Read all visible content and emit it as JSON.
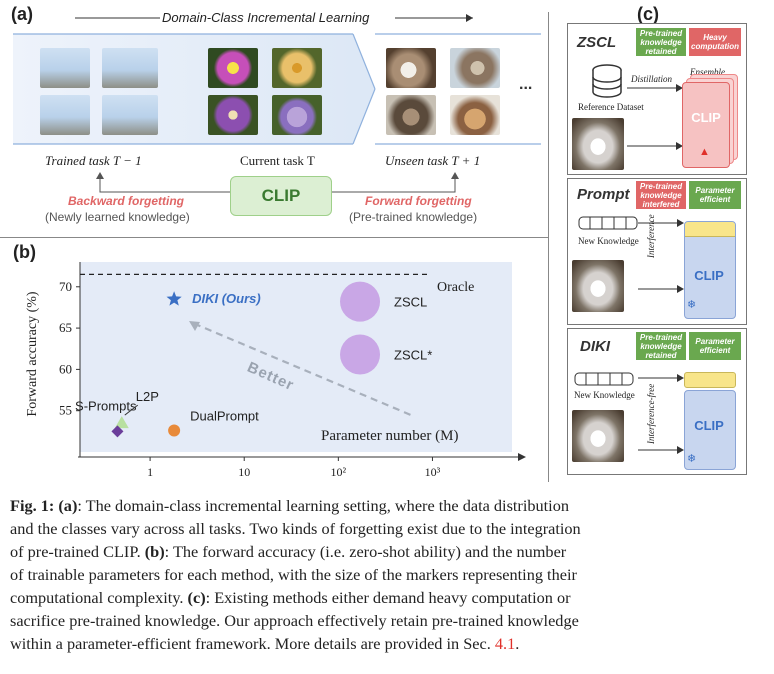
{
  "panel_a": {
    "label": "(a)",
    "title": "Domain-Class Incremental Learning",
    "ellipsis": "...",
    "tasks": {
      "trained": "Trained task T − 1",
      "current": "Current task T",
      "unseen": "Unseen task T + 1"
    },
    "clip_label": "CLIP",
    "backward": {
      "title": "Backward forgetting",
      "note": "(Newly learned knowledge)"
    },
    "forward": {
      "title": "Forward forgetting",
      "note": "(Pre-trained knowledge)"
    }
  },
  "panel_b": {
    "label": "(b)",
    "oracle_label": "Oracle",
    "better_label": "Better",
    "xaxis_label": "Parameter number (M)"
  },
  "panel_c": {
    "label": "(c)",
    "zscl": {
      "title": "ZSCL",
      "badge_green": "Pre-trained knowledge retained",
      "badge_red": "Heavy computation",
      "distill": "Distillation",
      "ensemble": "Ensemble",
      "dataset": "Reference Dataset",
      "clip": "CLIP",
      "fire_icon": "fire-icon"
    },
    "prompt": {
      "title": "Prompt",
      "badge_red": "Pre-trained knowledge interfered",
      "badge_green": "Parameter efficient",
      "new_knowledge": "New Knowledge",
      "interference": "Interference",
      "clip": "CLIP",
      "snow_icon": "snowflake-icon"
    },
    "diki": {
      "title": "DIKI",
      "badge_green1": "Pre-trained knowledge retained",
      "badge_green2": "Parameter efficient",
      "new_knowledge": "New Knowledge",
      "interference": "Interference-free",
      "clip": "CLIP",
      "snow_icon": "snowflake-icon"
    }
  },
  "caption": {
    "fig": "Fig. 1:",
    "a": "(a)",
    "b": "(b)",
    "c": "(c)",
    "line1": ": The domain-class incremental learning setting, where the data distribution",
    "line2": "and the classes vary across all tasks. Two kinds of forgetting exist due to the integration",
    "line3a": "of pre-trained CLIP. ",
    "line3b": ": The forward accuracy (i.e. zero-shot ability) and the number",
    "line4": "of trainable parameters for each method, with the size of the markers representing their",
    "line5a": "computational complexity. ",
    "line5b": ": Existing methods either demand heavy computation or",
    "line6": "sacrifice pre-trained knowledge. Our approach effectively retain pre-trained knowledge",
    "line7a": "within a parameter-efficient framework. More details are provided in Sec. ",
    "line7ref": "4.1",
    "line7b": "."
  },
  "chart_data": {
    "type": "scatter",
    "xlabel": "",
    "ylabel": "Forward accuracy (%)",
    "xscale": "log",
    "x_ticks": [
      "1",
      "10",
      "10²",
      "10³"
    ],
    "y_ticks": [
      55,
      60,
      65,
      70
    ],
    "ylim": [
      50,
      73
    ],
    "oracle_y": 71.5,
    "series": [
      {
        "name": "DIKI (Ours)",
        "x": 1.8,
        "y": 68.5,
        "marker": "star",
        "color": "#3a6fc4"
      },
      {
        "name": "ZSCL",
        "x": 170,
        "y": 68.2,
        "marker": "circle-large",
        "color": "#c9a7e6"
      },
      {
        "name": "ZSCL*",
        "x": 170,
        "y": 61.8,
        "marker": "circle-large",
        "color": "#c9a7e6"
      },
      {
        "name": "L2P",
        "x": 0.5,
        "y": 53.5,
        "marker": "triangle",
        "color": "#b8e0a0"
      },
      {
        "name": "S-Prompts",
        "x": 0.45,
        "y": 52.5,
        "marker": "diamond",
        "color": "#6a3d9a"
      },
      {
        "name": "DualPrompt",
        "x": 1.8,
        "y": 52.6,
        "marker": "circle",
        "color": "#e88a3a"
      }
    ]
  }
}
